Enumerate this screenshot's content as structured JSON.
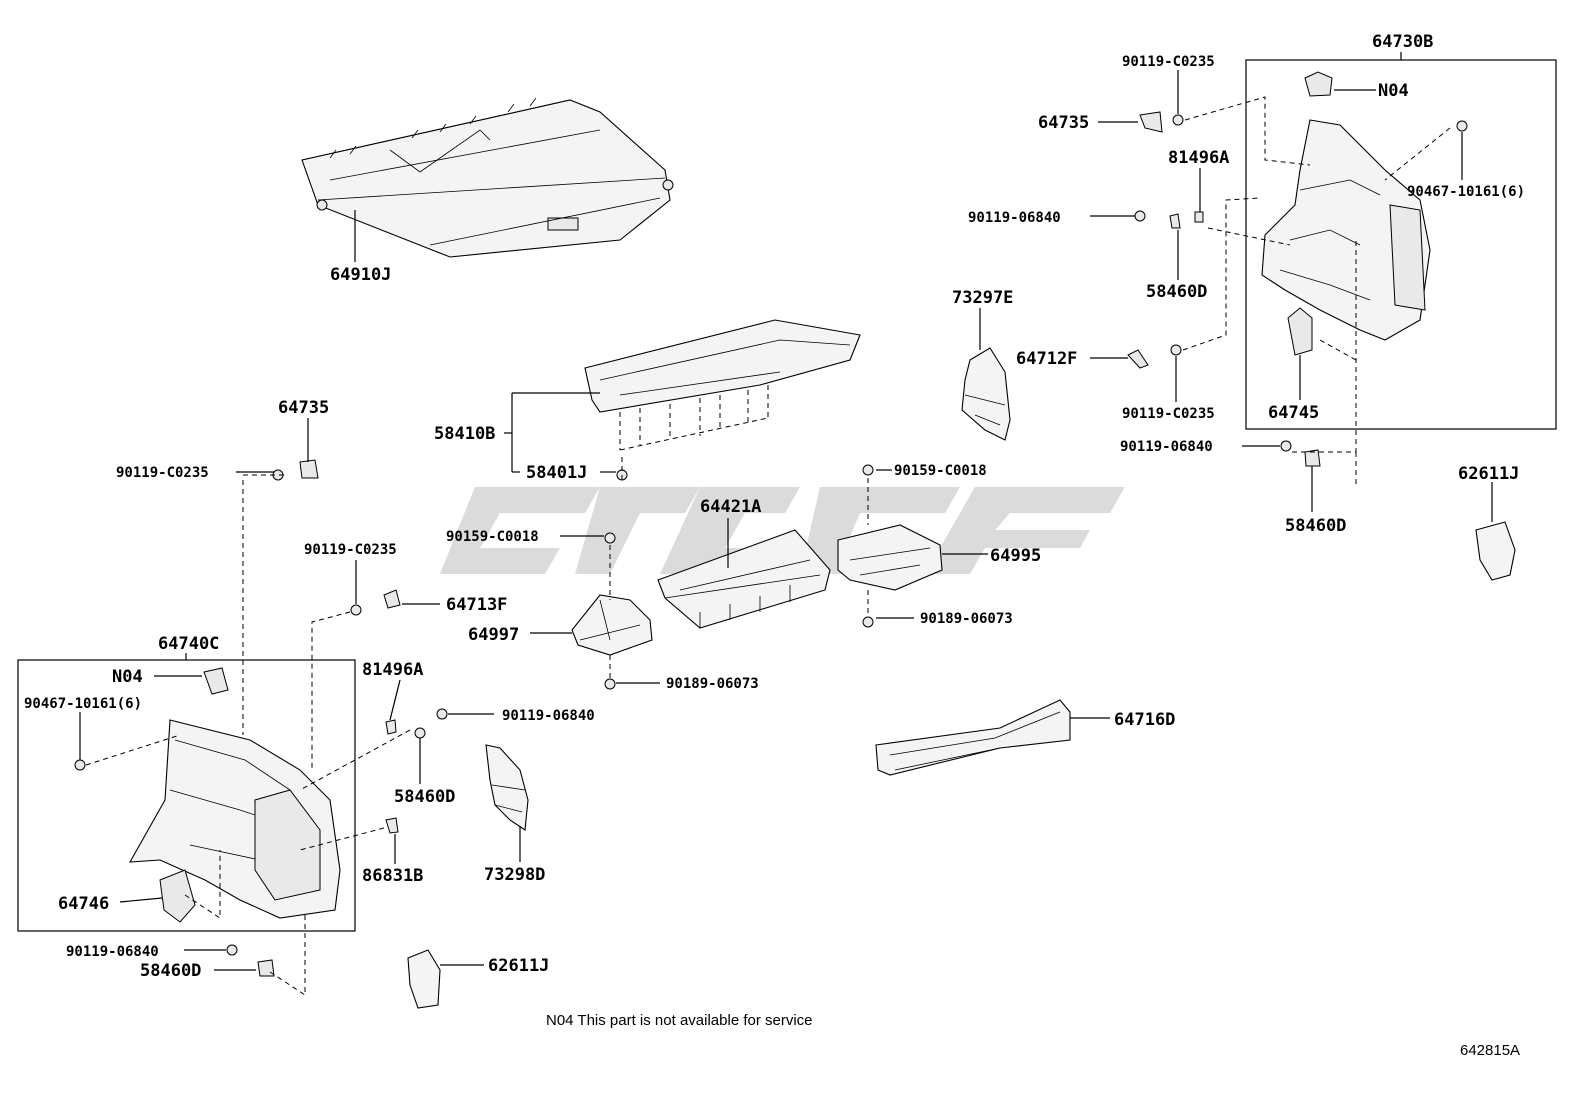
{
  "callouts": {
    "p64730B": "64730B",
    "p90119C0235_tr": "90119-C0235",
    "pN04_tr": "N04",
    "p64735_tr": "64735",
    "p81496A_tr": "81496A",
    "p90467_tr": "90467-10161(6)",
    "p90119_06840_tr": "90119-06840",
    "p58460D_tr": "58460D",
    "p73297E": "73297E",
    "p64712F": "64712F",
    "p90119C0235_tr2": "90119-C0235",
    "p64745": "64745",
    "p90119_06840_tr2": "90119-06840",
    "p58460D_tr2": "58460D",
    "p62611J_r": "62611J",
    "p64910J": "64910J",
    "p58410B": "58410B",
    "p58401J": "58401J",
    "p90159C0018_r": "90159-C0018",
    "p64421A": "64421A",
    "p90159C0018_l": "90159-C0018",
    "p64995": "64995",
    "p90189_06073_r": "90189-06073",
    "p64997": "64997",
    "p90189_06073_l": "90189-06073",
    "p64735_l": "64735",
    "p90119C0235_l": "90119-C0235",
    "p90119C0235_l2": "90119-C0235",
    "p64713F": "64713F",
    "p64740C": "64740C",
    "pN04_l": "N04",
    "p90467_l": "90467-10161(6)",
    "p81496A_l": "81496A",
    "p90119_06840_l": "90119-06840",
    "p58460D_l": "58460D",
    "p86831B": "86831B",
    "p64746": "64746",
    "p73298D": "73298D",
    "p90119_06840_l2": "90119-06840",
    "p58460D_l2": "58460D",
    "p62611J_l": "62611J",
    "p64716D": "64716D"
  },
  "footnote": "N04 This part is not  available for service",
  "diagram_id": "642815A"
}
